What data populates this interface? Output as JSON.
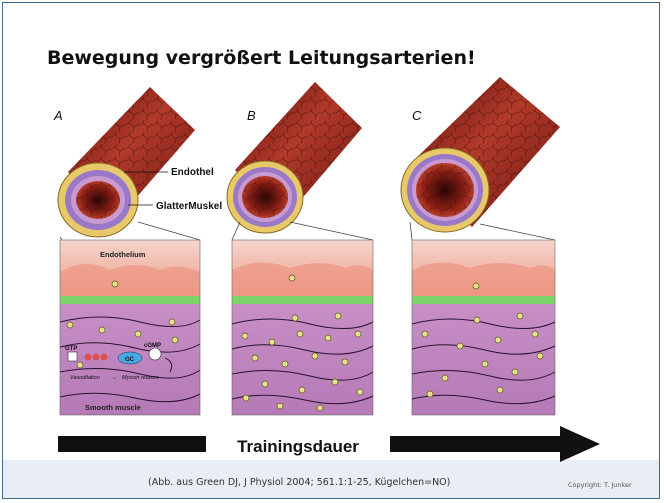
{
  "slide": {
    "title": "Bewegung vergrößert Leitungsarterien!",
    "caption": "(Abb. aus Green DJ, J Physiol 2004; 561.1:1-25, Kügelchen=NO)",
    "copyright": "Copyright: T. Junker"
  },
  "figure": {
    "panels": [
      {
        "letter": "A"
      },
      {
        "letter": "B"
      },
      {
        "letter": "C"
      }
    ],
    "labels": {
      "endothel": "Endothel",
      "glatter_muskel": "GlatterMuskel",
      "endothelium": "Endothelium",
      "smooth_muscle": "Smooth muscle",
      "gtp": "GTP",
      "cgmp": "cGMP",
      "gc": "GC",
      "vasodilation": "Vasodilation",
      "myosin_relaxes": "Myosin relaxes",
      "arrow_left": "←"
    },
    "arrow_label": "Trainingsdauer"
  },
  "colors": {
    "frame": "#3c6a8c",
    "title": "#111111",
    "muscle": "#c58ac2",
    "endothelium_pink": "#f2b0a0",
    "green_layer": "#7ed36a",
    "arrow": "#111111"
  }
}
